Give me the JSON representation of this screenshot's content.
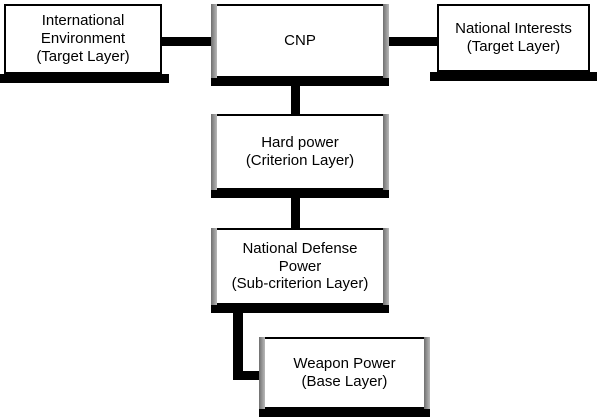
{
  "diagram": {
    "title": "CNP hierarchy diagram",
    "background_color": "#ffffff",
    "line_color": "#000000",
    "shadow_color": "#000000",
    "bevel_color": "#808080",
    "nodes": [
      {
        "id": "international-environment",
        "label": "International\nEnvironment\n(Target Layer)",
        "layer": "Target Layer"
      },
      {
        "id": "cnp",
        "label": "CNP",
        "layer": ""
      },
      {
        "id": "national-interests",
        "label": "National Interests\n(Target Layer)",
        "layer": "Target Layer"
      },
      {
        "id": "hard-power",
        "label": "Hard power\n(Criterion Layer)",
        "layer": "Criterion Layer"
      },
      {
        "id": "national-defense-power",
        "label": "National Defense\nPower\n(Sub-criterion Layer)",
        "layer": "Sub-criterion Layer"
      },
      {
        "id": "weapon-power",
        "label": "Weapon Power\n(Base Layer)",
        "layer": "Base Layer"
      }
    ],
    "connectors": [
      {
        "id": "international-environment-to-cnp",
        "from": "international-environment",
        "to": "cnp"
      },
      {
        "id": "national-interests-to-cnp",
        "from": "national-interests",
        "to": "cnp"
      },
      {
        "id": "cnp-to-hard-power",
        "from": "cnp",
        "to": "hard-power"
      },
      {
        "id": "hard-power-to-national-defense-power",
        "from": "hard-power",
        "to": "national-defense-power"
      },
      {
        "id": "national-defense-power-to-weapon-power",
        "from": "national-defense-power",
        "to": "weapon-power"
      }
    ]
  }
}
